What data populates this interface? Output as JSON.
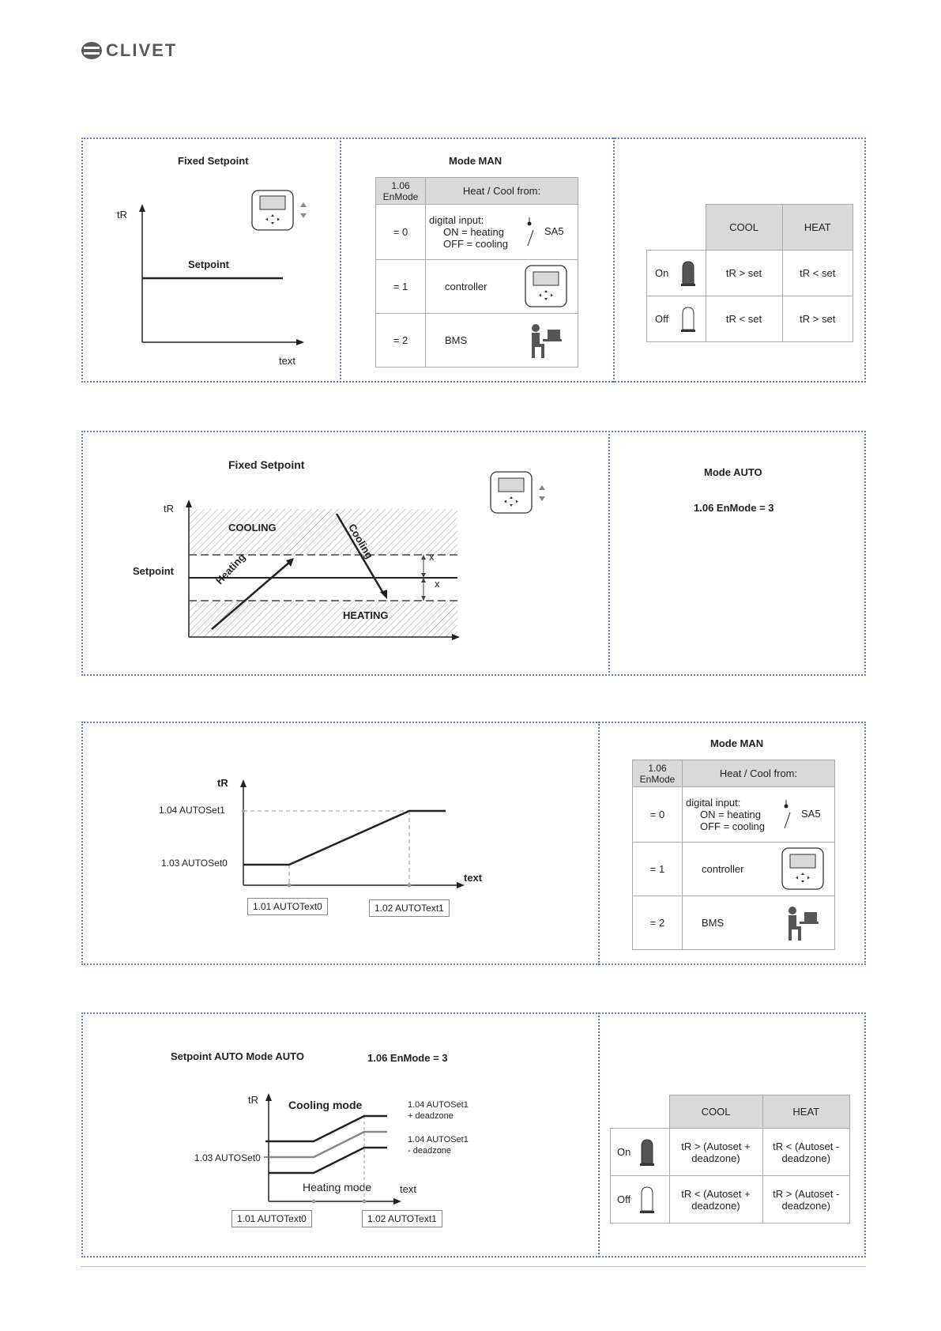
{
  "logo": {
    "brand": "CLIVET"
  },
  "section1": {
    "chart_title": "Fixed Setpoint",
    "y_label": "tR",
    "x_label": "text",
    "line_label": "Setpoint",
    "mode_title": "Mode MAN",
    "table": {
      "head_left": "1.06 EnMode",
      "head_right": "Heat / Cool from:",
      "rows": [
        {
          "value": "= 0",
          "line1": "digital input:",
          "line2": "ON = heating",
          "line3": "OFF = cooling",
          "switch": "SA5"
        },
        {
          "value": "= 1",
          "text": "controller"
        },
        {
          "value": "= 2",
          "text": "BMS"
        }
      ]
    },
    "state_table": {
      "head_cool": "COOL",
      "head_heat": "HEAT",
      "rows": [
        {
          "state": "On",
          "cool": "tR > set",
          "heat": "tR < set"
        },
        {
          "state": "Off",
          "cool": "tR < set",
          "heat": "tR > set"
        }
      ]
    }
  },
  "section2": {
    "chart_title": "Fixed Setpoint",
    "y_label": "tR",
    "setpoint_label": "Setpoint",
    "cooling_label": "COOLING",
    "heating_label": "HEATING",
    "heating_arrow": "Heating",
    "cooling_arrow": "Cooling",
    "x1": "x",
    "x2": "x",
    "mode_title": "Mode AUTO",
    "mode_value": "1.06 EnMode = 3"
  },
  "section3": {
    "y_label": "tR",
    "x_label": "text",
    "set1": "1.04 AUTOSet1",
    "set0": "1.03 AUTOSet0",
    "ext0": "1.01 AUTOText0",
    "ext1": "1.02 AUTOText1",
    "mode_title": "Mode MAN",
    "table": {
      "head_left": "1.06 EnMode",
      "head_right": "Heat / Cool from:",
      "rows": [
        {
          "value": "= 0",
          "line1": "digital input:",
          "line2": "ON = heating",
          "line3": "OFF = cooling",
          "switch": "SA5"
        },
        {
          "value": "= 1",
          "text": "controller"
        },
        {
          "value": "= 2",
          "text": "BMS"
        }
      ]
    }
  },
  "section4": {
    "title": "Setpoint AUTO  Mode AUTO",
    "mode_value": "1.06 EnMode = 3",
    "y_label": "tR",
    "x_label": "text",
    "cooling_mode": "Cooling mode",
    "heating_mode": "Heating mode",
    "set0": "1.03 AUTOSet0",
    "set1_plus_a": "1.04 AUTOSet1",
    "set1_plus_b": "+ deadzone",
    "set1_minus_a": "1.04 AUTOSet1",
    "set1_minus_b": "- deadzone",
    "ext0": "1.01 AUTOText0",
    "ext1": "1.02 AUTOText1",
    "state_table": {
      "head_cool": "COOL",
      "head_heat": "HEAT",
      "rows": [
        {
          "state": "On",
          "cool_a": "tR > (Autoset +",
          "cool_b": "deadzone)",
          "heat_a": "tR < (Autoset -",
          "heat_b": "deadzone)"
        },
        {
          "state": "Off",
          "cool_a": "tR < (Autoset +",
          "cool_b": "deadzone)",
          "heat_a": "tR > (Autoset -",
          "heat_b": "deadzone)"
        }
      ]
    }
  }
}
